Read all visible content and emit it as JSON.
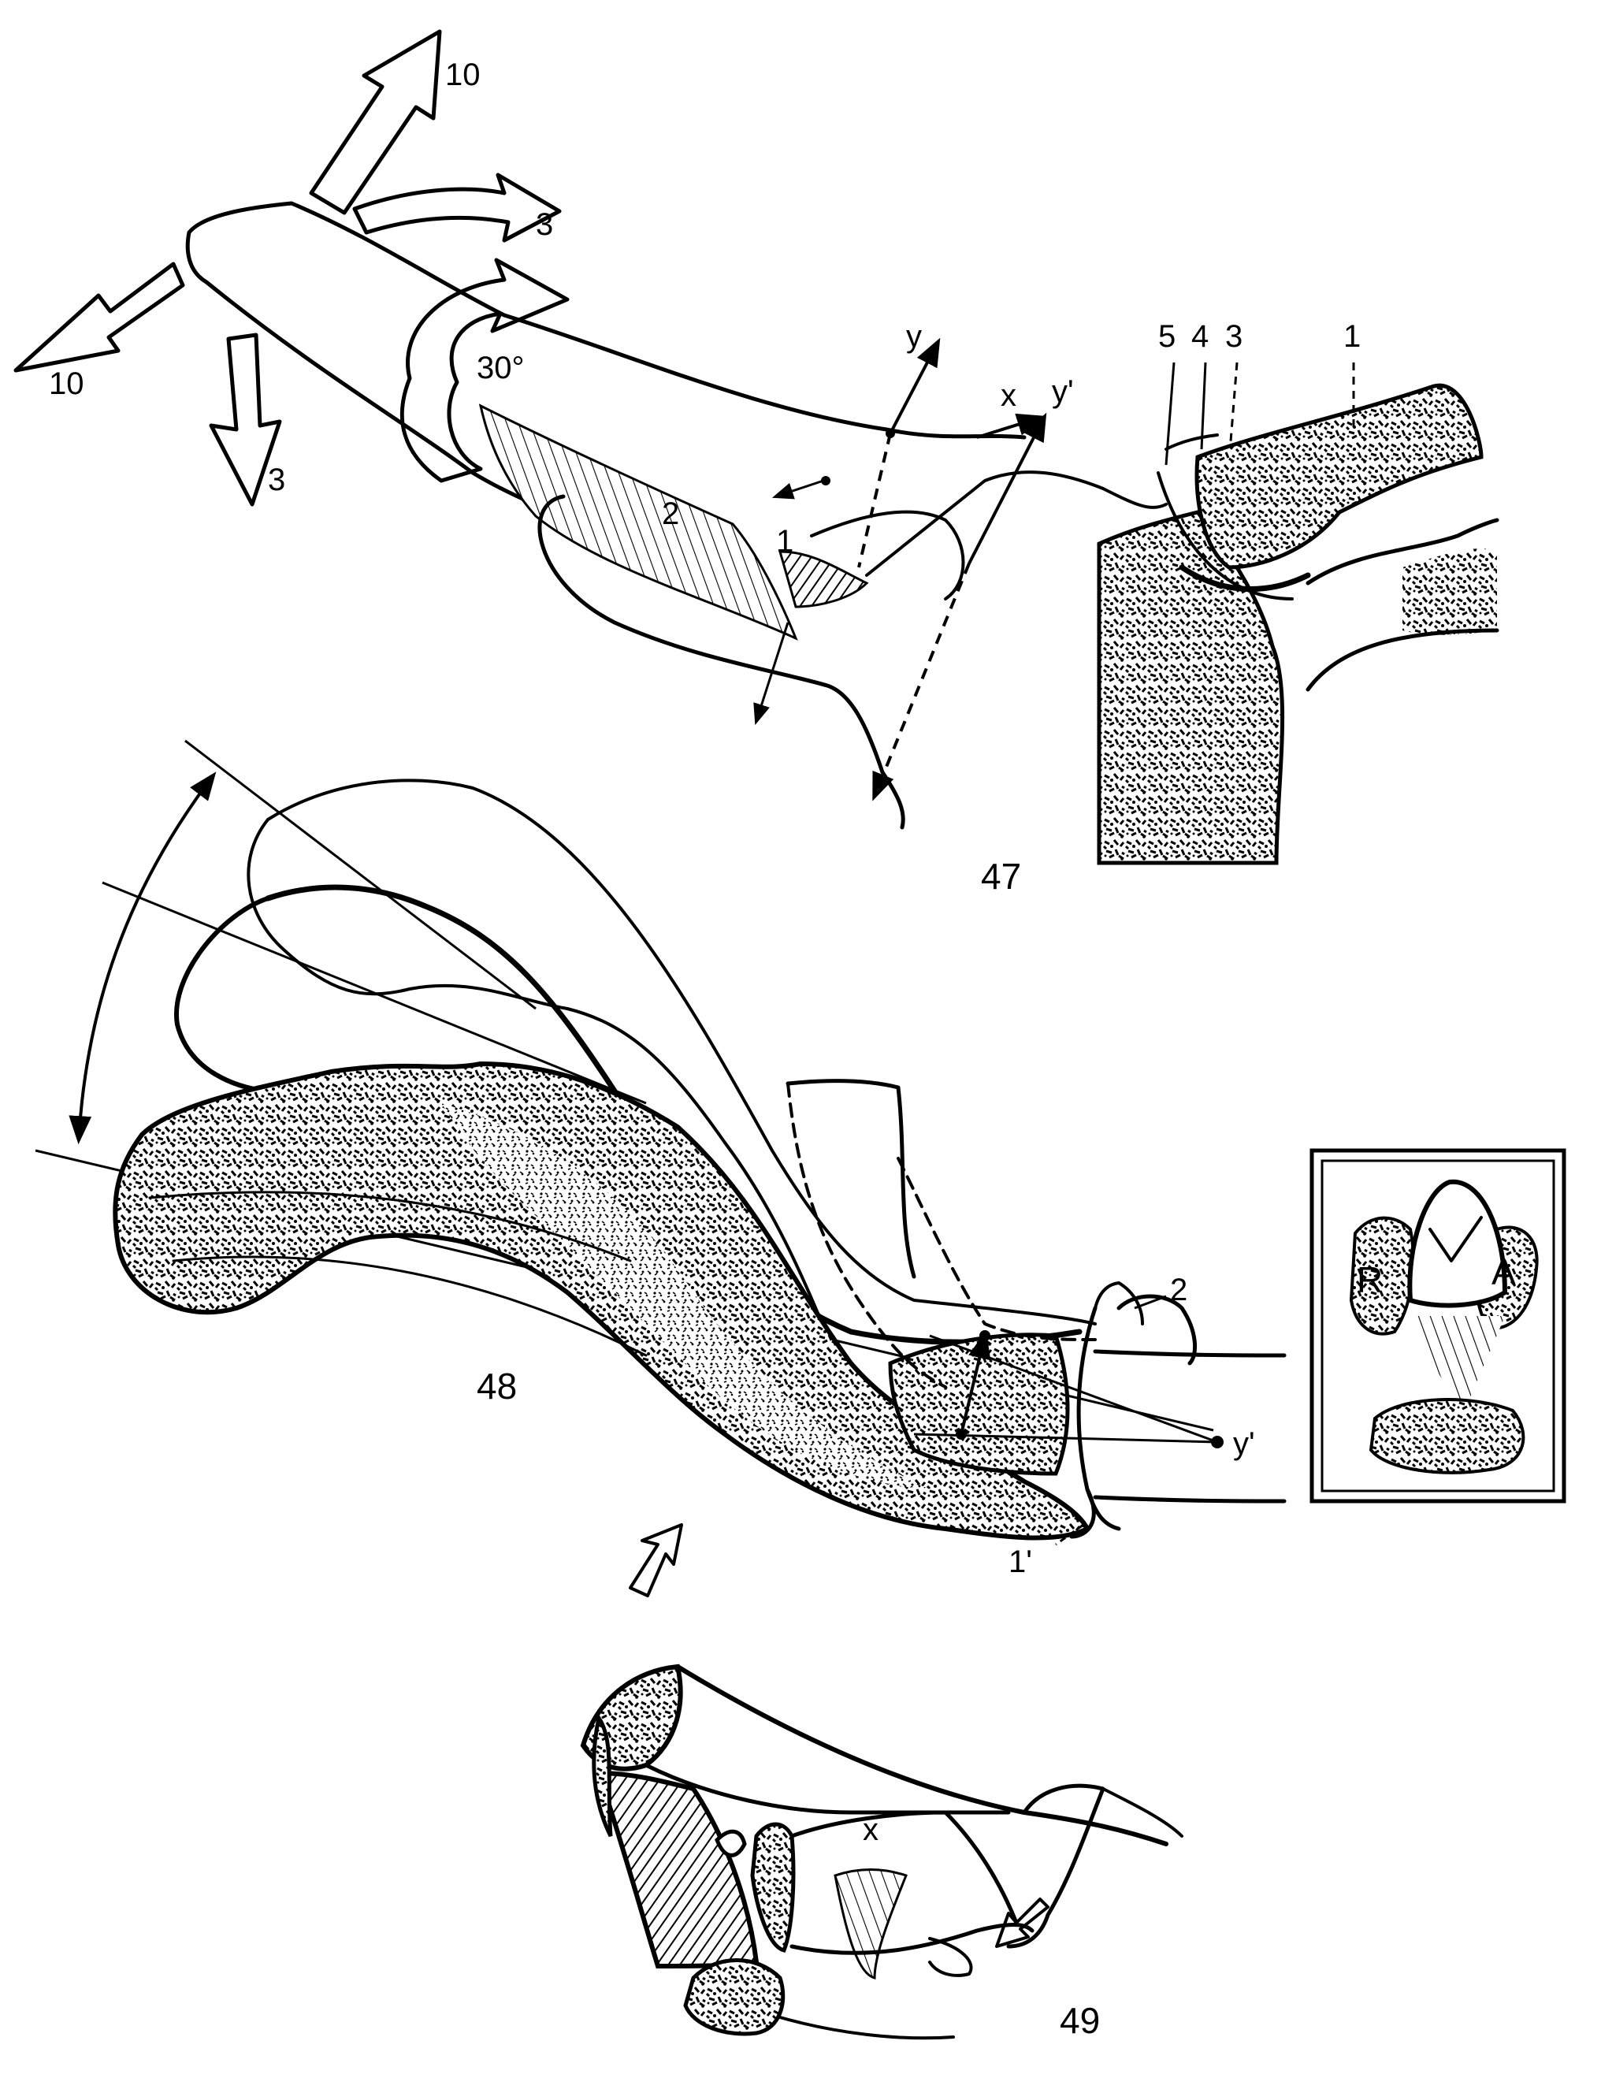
{
  "figure47": {
    "number": "47",
    "arrow_labels": {
      "up": "10",
      "right": "3",
      "left": "10",
      "down": "3"
    },
    "rotation_label": "30°",
    "axes": {
      "y": "y",
      "x": "x",
      "y_prime": "y'"
    },
    "part_labels": {
      "p5": "5",
      "p4": "4",
      "p3": "3",
      "p1": "1",
      "p2": "2",
      "p1_small": "1"
    }
  },
  "figure48": {
    "number": "48",
    "labels": {
      "p2": "2",
      "p1_prime": "1'",
      "y_prime": "y'"
    },
    "inset": {
      "left_letter": "R",
      "right_letter": "A"
    }
  },
  "figure49": {
    "number": "49",
    "labels": {
      "x": "x"
    }
  }
}
